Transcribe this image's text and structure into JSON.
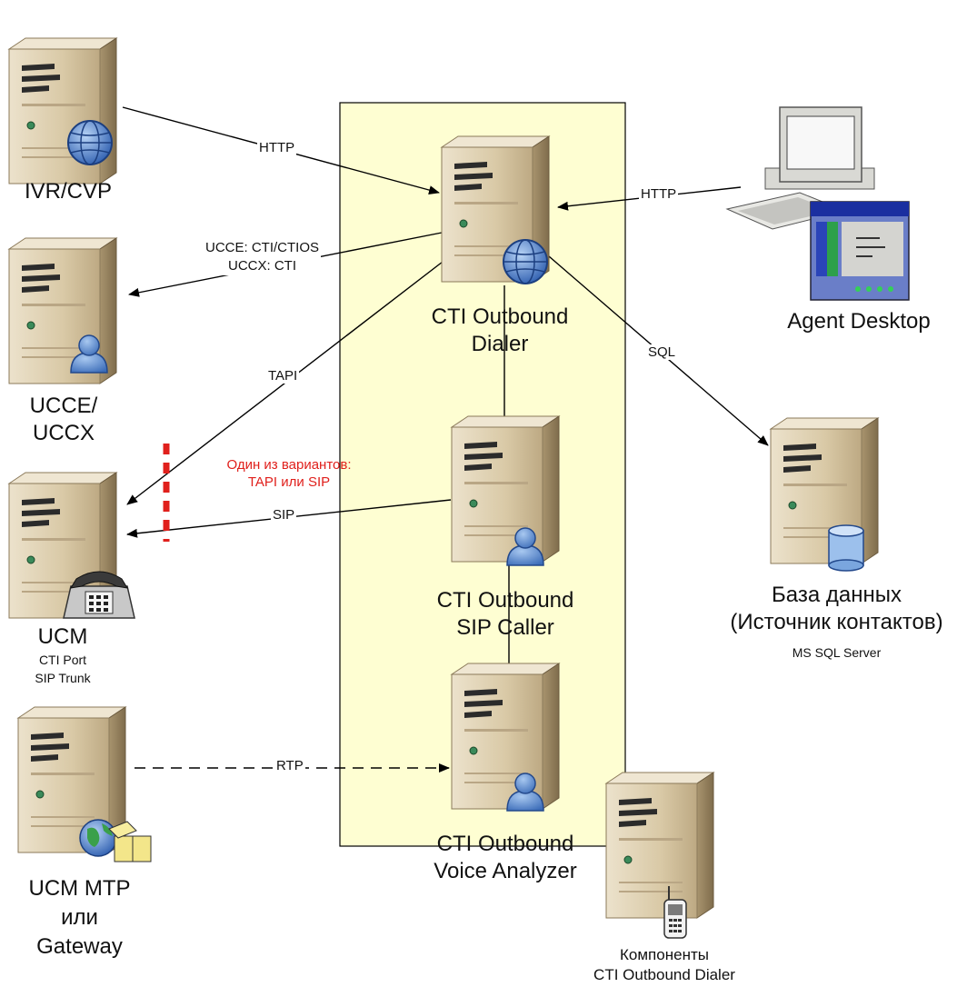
{
  "nodes": {
    "ivr": {
      "label": "IVR/CVP"
    },
    "ucce": {
      "label_line1": "UCCE/",
      "label_line2": "UCCX"
    },
    "ucm": {
      "label": "UCM",
      "sub1": "CTI Port",
      "sub2": "SIP Trunk"
    },
    "mtp": {
      "line1": "UCM MTP",
      "line2": "или",
      "line3": "Gateway"
    },
    "dialer": {
      "line1": "CTI Outbound",
      "line2": "Dialer"
    },
    "sip_caller": {
      "line1": "CTI Outbound",
      "line2": "SIP Caller"
    },
    "voice_analyzer": {
      "line1": "CTI Outbound",
      "line2": "Voice Analyzer"
    },
    "agent_desktop": {
      "label": "Agent Desktop"
    },
    "database": {
      "line1": "База данных",
      "line2": "(Источник контактов)",
      "sub": "MS SQL Server"
    },
    "legend_server": {
      "line1": "Компоненты",
      "line2": "CTI Outbound Dialer"
    }
  },
  "edges": {
    "ivr_http": "HTTP",
    "agent_http": "HTTP",
    "ucce_line1": "UCCE: CTI/CTIOS",
    "ucce_line2": "UCCX: CTI",
    "tapi": "TAPI",
    "sip": "SIP",
    "sql": "SQL",
    "rtp": "RTP"
  },
  "note": {
    "line1": "Один из вариантов:",
    "line2": "TAPI или SIP"
  },
  "colors": {
    "component_box_fill": "#fefed2",
    "note_red": "#e0201c",
    "server_tan": "#d8c8a8",
    "globe_blue": "#4a78c8"
  }
}
